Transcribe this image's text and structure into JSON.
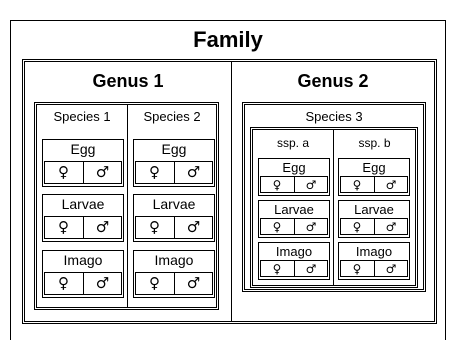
{
  "family": {
    "title": "Family",
    "genera": [
      {
        "title": "Genus 1",
        "species": [
          {
            "label": "Species 1",
            "stages": [
              {
                "label": "Egg",
                "female": "♀",
                "male": "♂"
              },
              {
                "label": "Larvae",
                "female": "♀",
                "male": "♂"
              },
              {
                "label": "Imago",
                "female": "♀",
                "male": "♂"
              }
            ]
          },
          {
            "label": "Species 2",
            "stages": [
              {
                "label": "Egg",
                "female": "♀",
                "male": "♂"
              },
              {
                "label": "Larvae",
                "female": "♀",
                "male": "♂"
              },
              {
                "label": "Imago",
                "female": "♀",
                "male": "♂"
              }
            ]
          }
        ]
      },
      {
        "title": "Genus 2",
        "species": [
          {
            "label": "Species 3",
            "subspecies": [
              {
                "label": "ssp. a",
                "stages": [
                  {
                    "label": "Egg",
                    "female": "♀",
                    "male": "♂"
                  },
                  {
                    "label": "Larvae",
                    "female": "♀",
                    "male": "♂"
                  },
                  {
                    "label": "Imago",
                    "female": "♀",
                    "male": "♂"
                  }
                ]
              },
              {
                "label": "ssp. b",
                "stages": [
                  {
                    "label": "Egg",
                    "female": "♀",
                    "male": "♂"
                  },
                  {
                    "label": "Larvae",
                    "female": "♀",
                    "male": "♂"
                  },
                  {
                    "label": "Imago",
                    "female": "♀",
                    "male": "♂"
                  }
                ]
              }
            ]
          }
        ]
      }
    ]
  }
}
